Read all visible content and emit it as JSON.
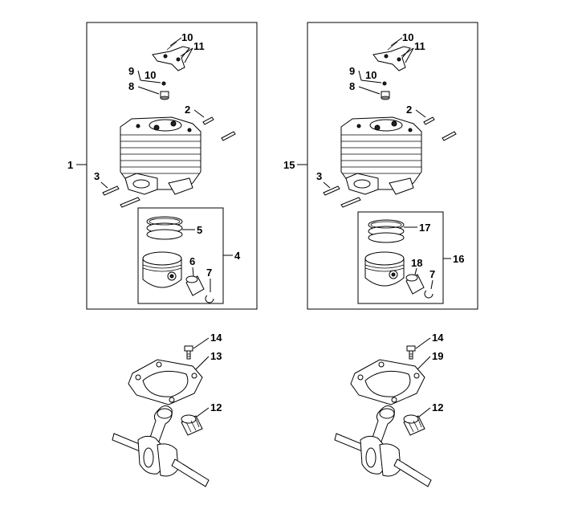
{
  "diagram": {
    "left_cylinder_group": {
      "assembly_label": "1",
      "callouts": [
        "10",
        "11",
        "9",
        "10",
        "8",
        "2",
        "3"
      ],
      "piston_kit": {
        "label": "4",
        "parts": [
          "5",
          "6",
          "7"
        ]
      }
    },
    "right_cylinder_group": {
      "assembly_label": "15",
      "callouts": [
        "10",
        "11",
        "9",
        "10",
        "8",
        "2",
        "3"
      ],
      "piston_kit": {
        "label": "16",
        "parts": [
          "17",
          "18",
          "7"
        ]
      }
    },
    "left_crankshaft_group": {
      "callouts": [
        "14",
        "13",
        "12"
      ]
    },
    "right_crankshaft_group": {
      "callouts": [
        "14",
        "19",
        "12"
      ]
    }
  }
}
